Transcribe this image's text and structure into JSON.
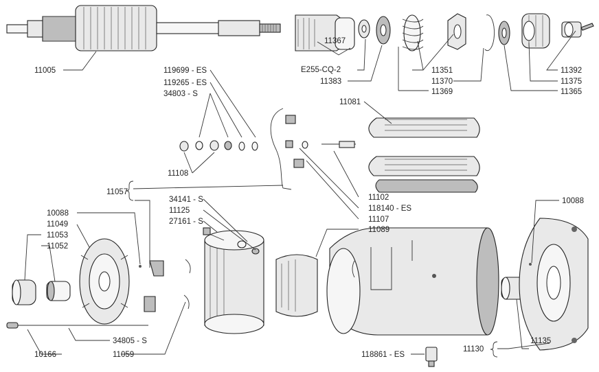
{
  "labels": [
    {
      "id": "11005",
      "text": "11005"
    },
    {
      "id": "11367",
      "text": "11367"
    },
    {
      "id": "e255",
      "text": "E255-CQ-2"
    },
    {
      "id": "11383",
      "text": "11383"
    },
    {
      "id": "11351",
      "text": "11351"
    },
    {
      "id": "11370",
      "text": "11370"
    },
    {
      "id": "11369",
      "text": "11369"
    },
    {
      "id": "11392",
      "text": "11392"
    },
    {
      "id": "11375",
      "text": "11375"
    },
    {
      "id": "11365",
      "text": "11365"
    },
    {
      "id": "119699",
      "text": "119699 - ES"
    },
    {
      "id": "119265",
      "text": "119265 - ES"
    },
    {
      "id": "34803",
      "text": "34803 - S"
    },
    {
      "id": "11081",
      "text": "11081"
    },
    {
      "id": "11108",
      "text": "11108"
    },
    {
      "id": "11057",
      "text": "11057"
    },
    {
      "id": "11102",
      "text": "11102"
    },
    {
      "id": "118140",
      "text": "118140 - ES"
    },
    {
      "id": "11107",
      "text": "11107"
    },
    {
      "id": "11089",
      "text": "11089"
    },
    {
      "id": "34141",
      "text": "34141 - S"
    },
    {
      "id": "11125",
      "text": "11125"
    },
    {
      "id": "27161",
      "text": "27161 - S"
    },
    {
      "id": "10088a",
      "text": "10088"
    },
    {
      "id": "11049",
      "text": "11049"
    },
    {
      "id": "11053",
      "text": "11053"
    },
    {
      "id": "11052",
      "text": "11052"
    },
    {
      "id": "10088b",
      "text": "10088"
    },
    {
      "id": "34805",
      "text": "34805 - S"
    },
    {
      "id": "10166",
      "text": "10166"
    },
    {
      "id": "11059",
      "text": "11059"
    },
    {
      "id": "11130",
      "text": "11130"
    },
    {
      "id": "11135",
      "text": "11135"
    },
    {
      "id": "118861",
      "text": "118861 - ES"
    }
  ]
}
